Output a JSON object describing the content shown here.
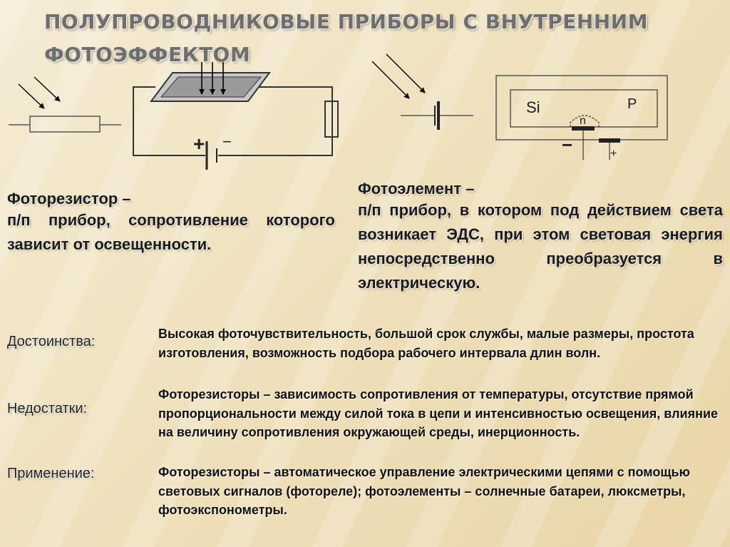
{
  "title": "ПОЛУПРОВОДНИКОВЫЕ ПРИБОРЫ С ВНУТРЕННИМ ФОТОЭФФЕКТОМ",
  "circuit": {
    "plus_sign": "+",
    "minus_sign": "−"
  },
  "semiconductor": {
    "label_si": "Si",
    "label_p": "P",
    "label_n": "n",
    "minus_sign": "−",
    "plus_sign": "+"
  },
  "photoresistor": {
    "heading": "Фоторезистор –",
    "text": "п/п прибор, сопротивление которого зависит от освещенности."
  },
  "photocell": {
    "heading": "Фотоэлемент –",
    "text": "п/п прибор, в котором под действием света возникает ЭДС, при этом световая энергия непосредственно преобразуется в электрическую."
  },
  "rows": [
    {
      "label": "Достоинства:",
      "text": "Высокая фоточувствительность, большой срок службы, малые размеры, простота изготовления, возможность подбора рабочего интервала длин волн."
    },
    {
      "label": "Недостатки:",
      "text": "Фоторезисторы – зависимость сопротивления от температуры, отсутствие прямой пропорциональности между силой тока в цепи и интенсивностью освещения, влияние на величину сопротивления окружающей среды, инерционность."
    },
    {
      "label": "Применение:",
      "text": "Фоторезисторы – автоматическое управление электрическими цепями с помощью световых сигналов (фотореле); фотоэлементы – солнечные батареи, люксметры, фотоэкспонометры."
    }
  ]
}
